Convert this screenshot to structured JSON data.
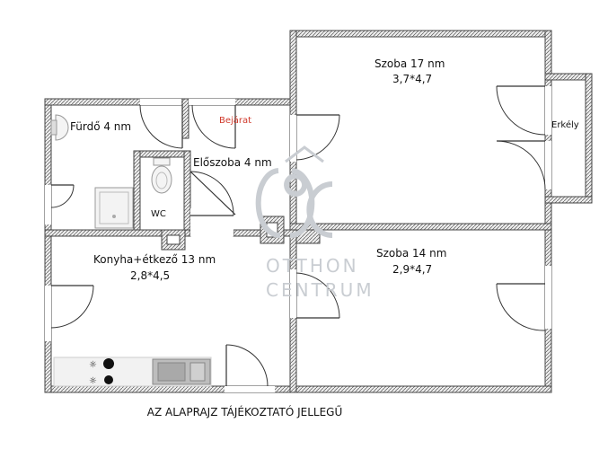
{
  "rooms": {
    "szoba17": {
      "name": "Szoba 17 nm",
      "dims": "3,7*4,7"
    },
    "szoba14": {
      "name": "Szoba 14 nm",
      "dims": "2,9*4,7"
    },
    "furdo": {
      "name": "Fürdő 4 nm"
    },
    "eloszoba": {
      "name": "Előszoba 4 nm"
    },
    "konyha": {
      "name": "Konyha+étkező 13 nm",
      "dims": "2,8*4,5"
    },
    "wc": {
      "name": "WC"
    },
    "erkely": {
      "name": "Erkély"
    }
  },
  "entrance": {
    "label": "Bejárat",
    "color": "#d0392b"
  },
  "watermark": {
    "line1": "OTTHON",
    "line2": "CENTRUM",
    "color": "#c9cdd2"
  },
  "footer": {
    "text": "AZ ALAPRAJZ TÁJÉKOZTATÓ JELLEGŰ"
  }
}
